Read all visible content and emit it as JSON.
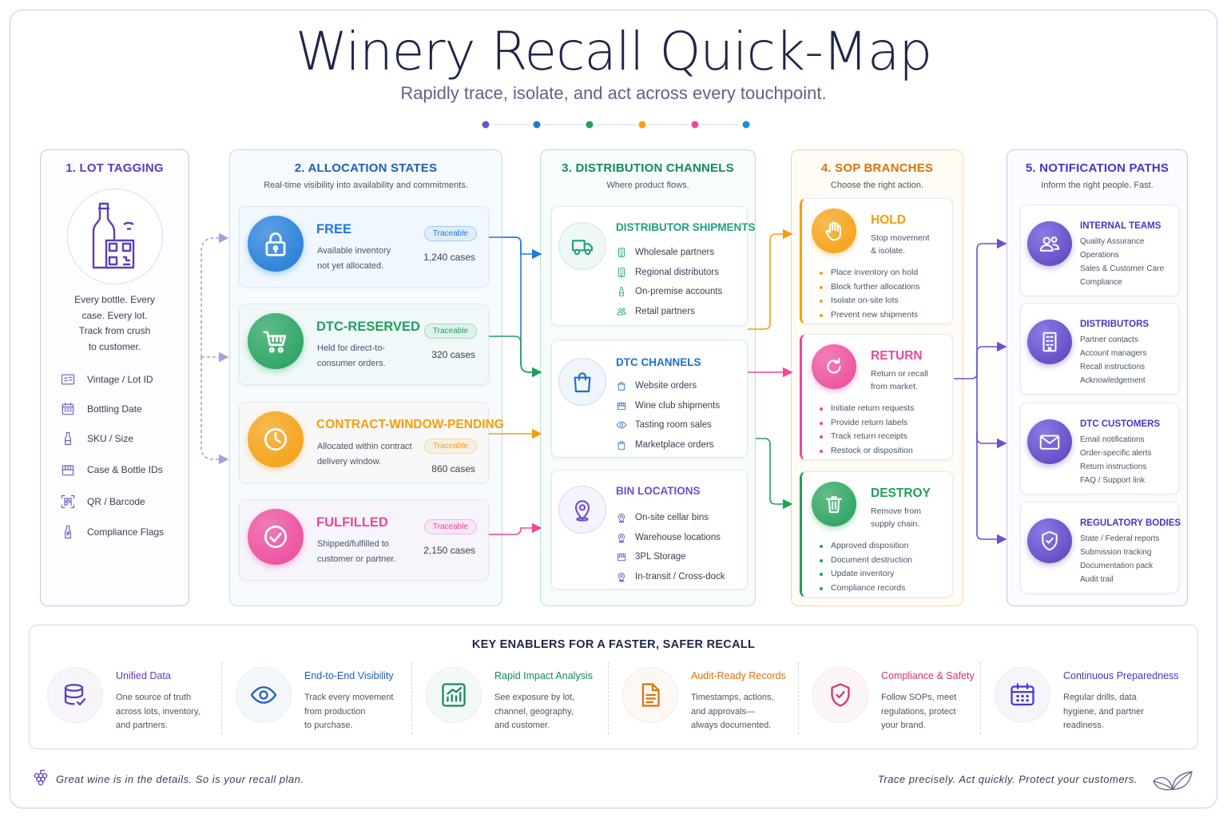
{
  "header": {
    "title": "Winery Recall Quick-Map",
    "subtitle": "Rapidly trace, isolate, and act across every touchpoint.",
    "dot_colors": [
      "#6d4fd1",
      "#1f7ad8",
      "#22a05a",
      "#f59e0b",
      "#ec4899",
      "#1890d8"
    ]
  },
  "lot": {
    "title": "1. LOT TAGGING",
    "desc": [
      "Every bottle. Every",
      "case. Every lot.",
      "Track from crush",
      "to customer."
    ],
    "items": [
      {
        "label": "Vintage / Lot ID",
        "icon": "id-card-icon"
      },
      {
        "label": "Bottling Date",
        "icon": "calendar-icon"
      },
      {
        "label": "SKU / Size",
        "icon": "bottle-icon"
      },
      {
        "label": "Case & Bottle IDs",
        "icon": "case-icon"
      },
      {
        "label": "QR / Barcode",
        "icon": "qr-code-icon"
      },
      {
        "label": "Compliance Flags",
        "icon": "flag-bottle-icon"
      }
    ]
  },
  "alloc": {
    "title": "2. ALLOCATION STATES",
    "subtitle": "Real-time visibility into availability and commitments.",
    "states": [
      {
        "name": "FREE",
        "desc": [
          "Available inventory",
          "not yet allocated."
        ],
        "badge": "Traceable",
        "count": "1,240 cases",
        "color": "#1f7ad8",
        "icon": "lock-icon"
      },
      {
        "name": "DTC-RESERVED",
        "desc": [
          "Held for direct-to-",
          "consumer orders."
        ],
        "badge": "Traceable",
        "count": "320 cases",
        "color": "#22a05a",
        "icon": "cart-icon"
      },
      {
        "name": "CONTRACT-WINDOW-PENDING",
        "desc": [
          "Allocated within contract",
          "delivery window."
        ],
        "badge": "Traceable",
        "count": "860 cases",
        "color": "#f59e0b",
        "icon": "clock-icon"
      },
      {
        "name": "FULFILLED",
        "desc": [
          "Shipped/fulfilled to",
          "customer or partner."
        ],
        "badge": "Traceable",
        "count": "2,150 cases",
        "color": "#ec4899",
        "icon": "check-circle-icon"
      }
    ]
  },
  "dist": {
    "title": "3. DISTRIBUTION CHANNELS",
    "subtitle": "Where product flows.",
    "groups": [
      {
        "name": "DISTRIBUTOR SHIPMENTS",
        "color": "#1fa07a",
        "icon": "truck-icon",
        "items": [
          "Wholesale partners",
          "Regional distributors",
          "On-premise accounts",
          "Retail partners"
        ]
      },
      {
        "name": "DTC CHANNELS",
        "color": "#1f6fc8",
        "icon": "shopping-bag-icon",
        "items": [
          "Website orders",
          "Wine club shipments",
          "Tasting room sales",
          "Marketplace orders"
        ]
      },
      {
        "name": "BIN LOCATIONS",
        "color": "#6d4fd1",
        "icon": "map-pin-icon",
        "items": [
          "On-site cellar bins",
          "Warehouse locations",
          "3PL Storage",
          "In-transit / Cross-dock"
        ]
      }
    ]
  },
  "sop": {
    "title": "4. SOP BRANCHES",
    "subtitle": "Choose the right action.",
    "branches": [
      {
        "name": "HOLD",
        "desc": [
          "Stop movement",
          "& isolate."
        ],
        "color": "#f59e0b",
        "icon": "hand-icon",
        "items": [
          "Place inventory on hold",
          "Block further allocations",
          "Isolate on-site lots",
          "Prevent new shipments"
        ]
      },
      {
        "name": "RETURN",
        "desc": [
          "Return or recall",
          "from market."
        ],
        "color": "#ec4899",
        "icon": "refresh-icon",
        "items": [
          "Initiate return requests",
          "Provide return labels",
          "Track return receipts",
          "Restock or disposition"
        ]
      },
      {
        "name": "DESTROY",
        "desc": [
          "Remove from",
          "supply chain."
        ],
        "color": "#22a05a",
        "icon": "trash-icon",
        "items": [
          "Approved disposition",
          "Document destruction",
          "Update inventory",
          "Compliance records"
        ]
      }
    ]
  },
  "notify": {
    "title": "5. NOTIFICATION PATHS",
    "subtitle": "Inform the right people. Fast.",
    "paths": [
      {
        "name": "INTERNAL TEAMS",
        "icon": "team-icon",
        "items": [
          "Quality Assurance",
          "Operations",
          "Sales & Customer Care",
          "Compliance"
        ]
      },
      {
        "name": "DISTRIBUTORS",
        "icon": "building-icon",
        "items": [
          "Partner contacts",
          "Account managers",
          "Recall instructions",
          "Acknowledgement"
        ]
      },
      {
        "name": "DTC CUSTOMERS",
        "icon": "mail-icon",
        "items": [
          "Email notifications",
          "Order-specific alerts",
          "Return instructions",
          "FAQ / Support link"
        ]
      },
      {
        "name": "REGULATORY BODIES",
        "icon": "shield-check-icon",
        "items": [
          "State / Federal reports",
          "Submission tracking",
          "Documentation pack",
          "Audit trail"
        ]
      }
    ]
  },
  "enablers": {
    "title": "KEY ENABLERS FOR A FASTER, SAFER RECALL",
    "items": [
      {
        "title": "Unified Data",
        "desc": [
          "One source of truth",
          "across lots, inventory,",
          "and partners."
        ],
        "color": "#5b3fb8",
        "icon": "database-icon"
      },
      {
        "title": "End-to-End Visibility",
        "desc": [
          "Track every movement",
          "from production",
          "to purchase."
        ],
        "color": "#1f5fb8",
        "icon": "eye-icon"
      },
      {
        "title": "Rapid Impact Analysis",
        "desc": [
          "See exposure by lot,",
          "channel, geography,",
          "and customer."
        ],
        "color": "#178a5a",
        "icon": "chart-icon"
      },
      {
        "title": "Audit-Ready Records",
        "desc": [
          "Timestamps, actions,",
          "and approvals—",
          "always documented."
        ],
        "color": "#d9730d",
        "icon": "document-icon"
      },
      {
        "title": "Compliance & Safety",
        "desc": [
          "Follow SOPs, meet",
          "regulations, protect",
          "your brand."
        ],
        "color": "#d6336c",
        "icon": "shield-icon"
      },
      {
        "title": "Continuous Preparedness",
        "desc": [
          "Regular drills, data",
          "hygiene, and partner",
          "readiness."
        ],
        "color": "#4338ca",
        "icon": "calendar-dots-icon"
      }
    ]
  },
  "footer": {
    "left": "Great wine is in the details. So is your recall plan.",
    "right": "Trace precisely. Act quickly. Protect your customers."
  }
}
